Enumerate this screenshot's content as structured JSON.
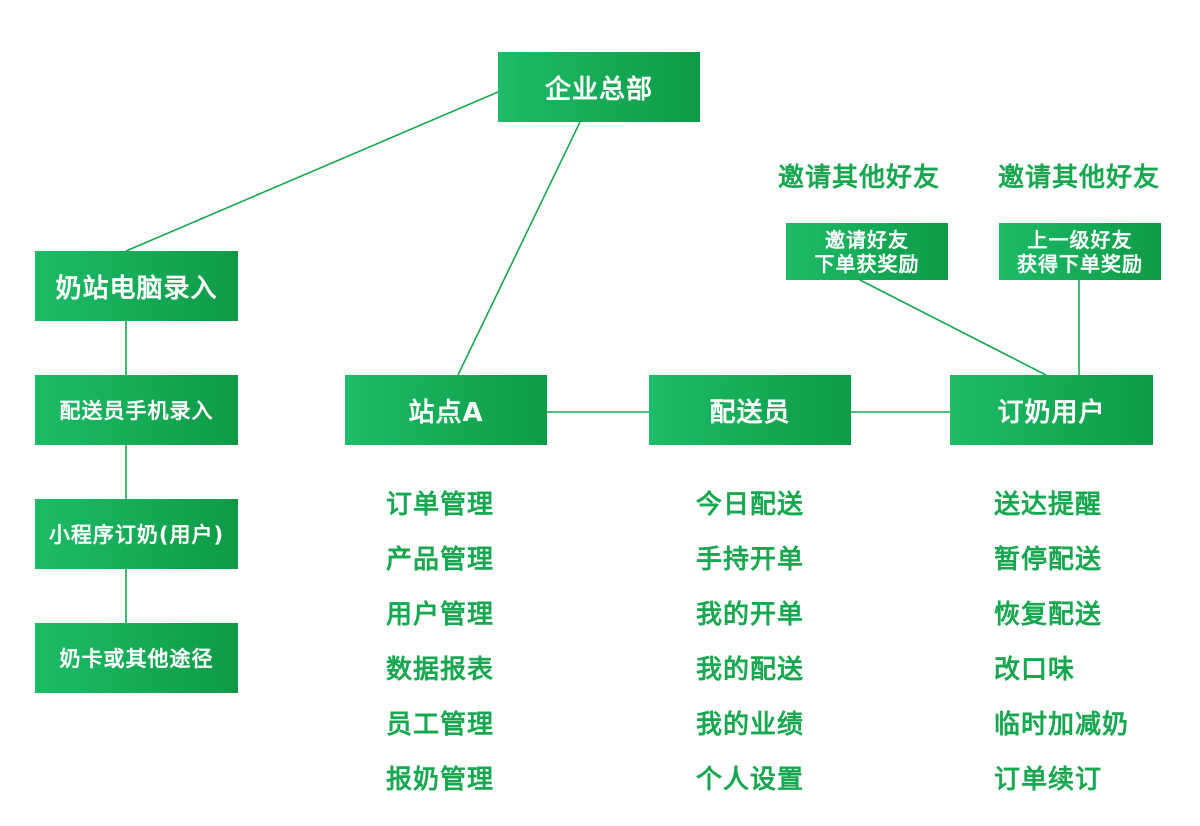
{
  "colors": {
    "accent": "#17a84f",
    "box_start": "#1cbc68",
    "box_end": "#0f9a45",
    "text_on_box": "#ffffff"
  },
  "nodes": {
    "hq": "企业总部",
    "milk_station_pc": "奶站电脑录入",
    "courier_mobile": "配送员手机录入",
    "mini_program": "小程序订奶(用户)",
    "milk_card": "奶卡或其他途径",
    "station_a": "站点A",
    "courier": "配送员",
    "subscriber": "订奶用户",
    "invite_reward": [
      "邀请好友",
      "下单获奖励"
    ],
    "upper_reward": [
      "上一级好友",
      "获得下单奖励"
    ]
  },
  "invite_labels": [
    "邀请其他好友",
    "邀请其他好友"
  ],
  "lists": {
    "station": [
      "订单管理",
      "产品管理",
      "用户管理",
      "数据报表",
      "员工管理",
      "报奶管理"
    ],
    "courier": [
      "今日配送",
      "手持开单",
      "我的开单",
      "我的配送",
      "我的业绩",
      "个人设置"
    ],
    "subscriber": [
      "送达提醒",
      "暂停配送",
      "恢复配送",
      "改口味",
      "临时加减奶",
      "订单续订"
    ]
  }
}
